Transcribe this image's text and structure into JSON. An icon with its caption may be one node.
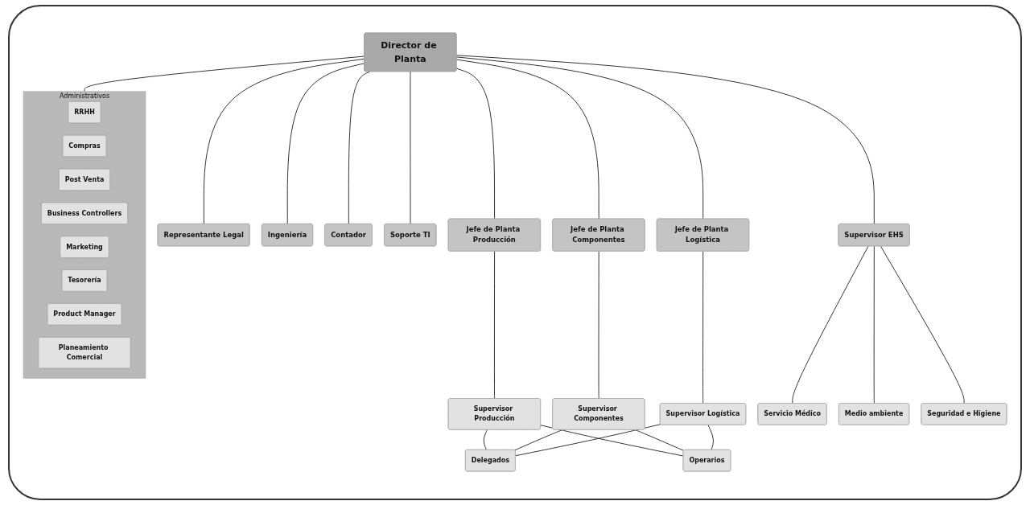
{
  "diagram": {
    "nodes": [
      {
        "text": [
          "Director de Planta"
        ]
      },
      {
        "text": [
          "Representante Legal"
        ]
      },
      {
        "text": [
          "Ingeniería"
        ]
      },
      {
        "text": [
          "Contador"
        ]
      },
      {
        "text": [
          "Soporte TI"
        ]
      },
      {
        "text": [
          "Supervisor EHS"
        ]
      },
      {
        "text": [
          "Jefe de Planta Producción"
        ]
      },
      {
        "text": [
          "Jefe de Planta Componentes"
        ]
      },
      {
        "text": [
          "Jefe de Planta Logística"
        ]
      },
      {
        "text": [
          "Administrativos"
        ]
      },
      {
        "text": [
          "RRHH"
        ],
        "in": 9
      },
      {
        "text": [
          "Compras"
        ],
        "in": 9
      },
      {
        "text": [
          "Post Venta"
        ],
        "in": 9
      },
      {
        "text": [
          "Business Controllers"
        ],
        "in": 9
      },
      {
        "text": [
          "Marketing"
        ],
        "in": 9
      },
      {
        "text": [
          "Tesorería"
        ],
        "in": 9
      },
      {
        "text": [
          "Product Manager"
        ],
        "in": 9
      },
      {
        "text": [
          "Planeamiento Comercial"
        ],
        "in": 9
      },
      {
        "text": [
          "Supervisor Producción"
        ]
      },
      {
        "text": [
          "Supervisor Componentes"
        ]
      },
      {
        "text": [
          "Supervisor Logística"
        ]
      },
      {
        "text": [
          "Delegados"
        ]
      },
      {
        "text": [
          "Operarios"
        ]
      },
      {
        "text": [
          "Servicio Médico"
        ]
      },
      {
        "text": [
          "Medio ambiente"
        ]
      },
      {
        "text": [
          "Seguridad e Higiene"
        ]
      }
    ],
    "edges": [
      {
        "from": 0,
        "to": 1,
        "arrow": "none"
      },
      {
        "from": 0,
        "to": 2,
        "arrow": "none"
      },
      {
        "from": 0,
        "to": 3,
        "arrow": "none"
      },
      {
        "from": 0,
        "to": 4,
        "arrow": "none"
      },
      {
        "from": 0,
        "to": 5,
        "arrow": "none"
      },
      {
        "from": 0,
        "to": 6,
        "arrow": "none"
      },
      {
        "from": 0,
        "to": 7,
        "arrow": "none"
      },
      {
        "from": 0,
        "to": 8,
        "arrow": "none"
      },
      {
        "from": 0,
        "to": 9,
        "arrow": "none"
      },
      {
        "from": 6,
        "to": 18,
        "arrow": "none"
      },
      {
        "from": 7,
        "to": 19,
        "arrow": "none"
      },
      {
        "from": 8,
        "to": 20,
        "arrow": "none"
      },
      {
        "from": 18,
        "to": 21,
        "arrow": "none"
      },
      {
        "from": 18,
        "to": 22,
        "arrow": "none"
      },
      {
        "from": 19,
        "to": 21,
        "arrow": "none"
      },
      {
        "from": 19,
        "to": 22,
        "arrow": "none"
      },
      {
        "from": 20,
        "to": 21,
        "arrow": "none"
      },
      {
        "from": 20,
        "to": 22,
        "arrow": "none"
      },
      {
        "from": 5,
        "to": 23,
        "arrow": "none"
      },
      {
        "from": 5,
        "to": 24,
        "arrow": "none"
      },
      {
        "from": 5,
        "to": 25,
        "arrow": "none"
      }
    ]
  }
}
